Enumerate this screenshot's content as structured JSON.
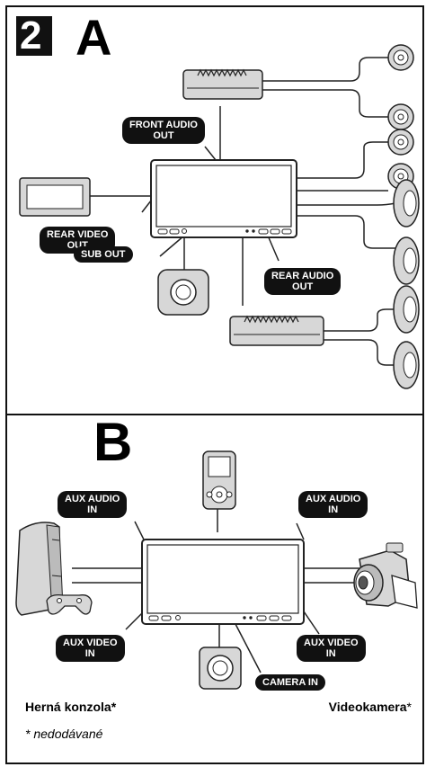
{
  "panel_a": {
    "step_number": "2",
    "letter": "A",
    "labels": {
      "front_audio_out": "FRONT AUDIO\nOUT",
      "rear_video_out": "REAR VIDEO\nOUT",
      "sub_out": "SUB OUT",
      "rear_audio_out": "REAR AUDIO\nOUT"
    }
  },
  "panel_b": {
    "letter": "B",
    "labels": {
      "aux_audio_in_left": "AUX AUDIO\nIN",
      "aux_audio_in_right": "AUX AUDIO\nIN",
      "aux_video_in_left": "AUX VIDEO\nIN",
      "aux_video_in_right": "AUX VIDEO\nIN",
      "camera_in": "CAMERA IN"
    },
    "caption_left": "Herná konzola*",
    "caption_right": "Videokamera",
    "caption_right_mark": "*",
    "footnote": "* nedodávané"
  }
}
